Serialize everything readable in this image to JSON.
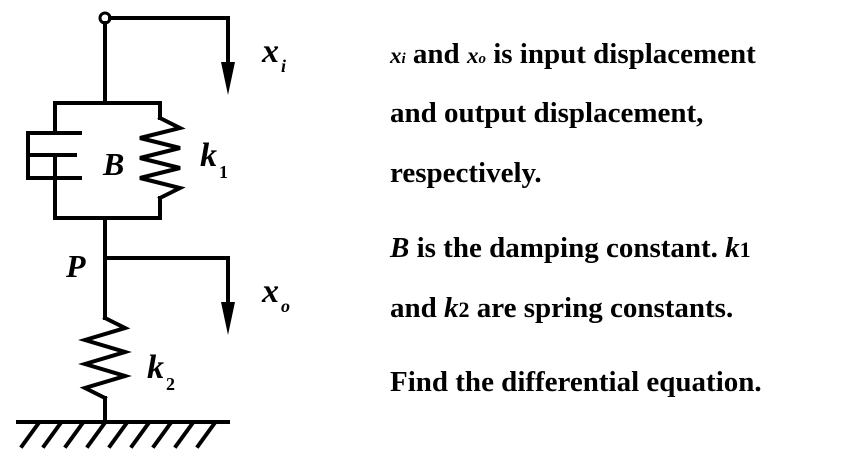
{
  "diagram": {
    "labels": {
      "xi_base": "x",
      "xi_sub": "i",
      "xo_base": "x",
      "xo_sub": "o",
      "damper": "B",
      "k1_base": "k",
      "k1_sub": "1",
      "k2_base": "k",
      "k2_sub": "2",
      "node": "P"
    },
    "color": "#000000"
  },
  "text": {
    "line1": {
      "a": "x",
      "a_sub": "i",
      "b": " and ",
      "c": "x",
      "c_sub": "o",
      "d": " is input displacement"
    },
    "line2": "and output displacement,",
    "line3": "respectively.",
    "line4": {
      "a": "B",
      "b": " is the damping constant. ",
      "c": "k",
      "c_sub": "1"
    },
    "line5": {
      "a": "and ",
      "b": "k",
      "b_sub": "2",
      "c": " are spring constants."
    },
    "line6": "Find the differential equation."
  }
}
